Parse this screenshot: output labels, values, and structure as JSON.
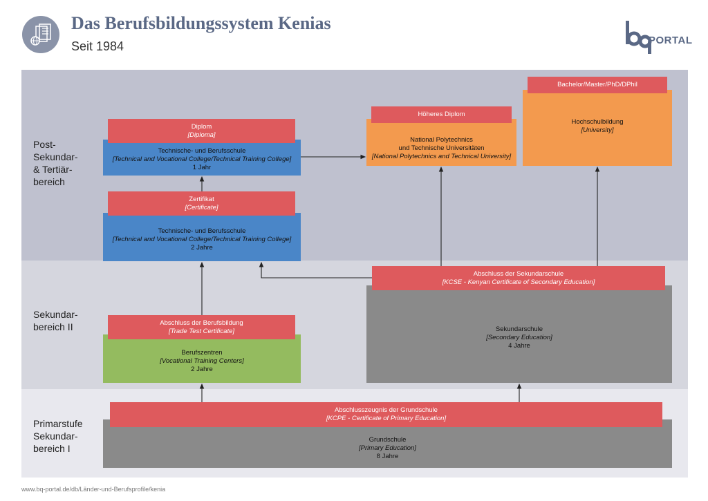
{
  "header": {
    "title": "Das Berufsbildungssystem Kenias",
    "subtitle": "Seit 1984",
    "logo_text": "PORTAL",
    "logo_letters": "bq"
  },
  "bands": {
    "post": "Post-\nSekundar-\n& Tertiär-\nbereich",
    "sek": "Sekundar-\nbereich II",
    "prim": "Primarstufe\nSekundar-\nbereich I"
  },
  "boxes": {
    "diplom": {
      "line1": "Diplom",
      "line2": "[Diploma]"
    },
    "tvc1": {
      "line1": "Technische- und Berufsschule",
      "line2": "[Technical and Vocational College/Technical Training College]",
      "line3": "1 Jahr"
    },
    "zertifikat": {
      "line1": "Zertifikat",
      "line2": "[Certificate]"
    },
    "tvc2": {
      "line1": "Technische- und Berufsschule",
      "line2": "[Technical and Vocational College/Technical Training College]",
      "line3": "2 Jahre"
    },
    "hoeheres": {
      "line1": "Höheres Diplom"
    },
    "poly": {
      "line1": "National Polytechnics",
      "line2": "und Technische Universitäten",
      "line3": "[National Polytechnics and Technical University]"
    },
    "bachelor": {
      "line1": "Bachelor/Master/PhD/DPhil"
    },
    "hochschul": {
      "line1": "Hochschulbildung",
      "line2": "[University]"
    },
    "ttc": {
      "line1": "Abschluss der Berufsbildung",
      "line2": "[Trade Test Certificate]"
    },
    "vtc": {
      "line1": "Berufszentren",
      "line2": "[Vocational Training Centers]",
      "line3": "2 Jahre"
    },
    "kcse": {
      "line1": "Abschluss der Sekundarschule",
      "line2": "[KCSE - Kenyan Certificate of Secondary Education]"
    },
    "sekschule": {
      "line1": "Sekundarschule",
      "line2": "[Secondary Education]",
      "line3": "4 Jahre"
    },
    "kcpe": {
      "line1": "Abschlusszeugnis der Grundschule",
      "line2": "[KCPE - Certificate of Primary Education]"
    },
    "grundschule": {
      "line1": "Grundschule",
      "line2": "[Primary Education]",
      "line3": "8 Jahre"
    }
  },
  "footer": {
    "url": "www.bq-portal.de/db/Länder-und-Berufsprofile/kenia"
  },
  "colors": {
    "red": "#de5a5d",
    "blue": "#4a86c8",
    "green": "#94bb5f",
    "orange": "#f39a4e",
    "gray": "#8a8a8a",
    "title": "#5a6885"
  }
}
